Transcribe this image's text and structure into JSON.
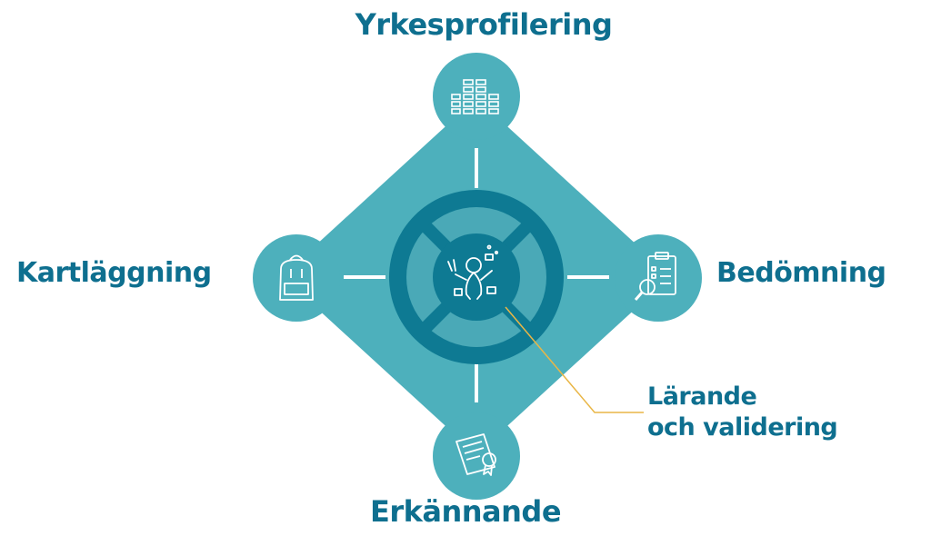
{
  "diagram": {
    "stages": {
      "top": "Yrkesprofilering",
      "left": "Kartläggning",
      "right": "Bedömning",
      "bottom": "Erkännande"
    },
    "center": {
      "line1": "Lärande",
      "line2": "och validering"
    },
    "icons": {
      "top": "bar-chart-icon",
      "left": "backpack-icon",
      "right": "checklist-magnifier-icon",
      "bottom": "certificate-icon",
      "center": "person-with-tools-icon"
    },
    "colors": {
      "diamond": "#4db0bc",
      "circle": "#4db0bc",
      "ring": "#0e7a93",
      "inner": "#3fa0b0",
      "text": "#0e6f8f",
      "callout_line": "#e9b646",
      "icon_stroke": "#ffffff"
    }
  }
}
